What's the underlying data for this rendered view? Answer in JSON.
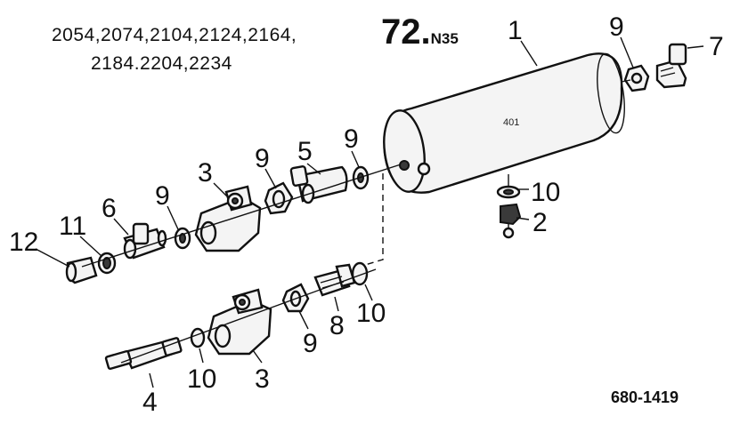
{
  "header": {
    "model_line_1": "2054,2074,2104,2124,2164,",
    "model_line_2": "2184.2204,2234",
    "title_main": "72.",
    "title_sub": "N35"
  },
  "tank_label": "401",
  "drawing_code": "680-1419",
  "callouts": [
    {
      "id": "c1",
      "label": "1"
    },
    {
      "id": "c9a",
      "label": "9"
    },
    {
      "id": "c7",
      "label": "7"
    },
    {
      "id": "c5",
      "label": "5"
    },
    {
      "id": "c9b",
      "label": "9"
    },
    {
      "id": "c9c",
      "label": "9"
    },
    {
      "id": "c3a",
      "label": "3"
    },
    {
      "id": "c10a",
      "label": "10"
    },
    {
      "id": "c2",
      "label": "2"
    },
    {
      "id": "c12",
      "label": "12"
    },
    {
      "id": "c11",
      "label": "11"
    },
    {
      "id": "c6",
      "label": "6"
    },
    {
      "id": "c9d",
      "label": "9"
    },
    {
      "id": "c10b",
      "label": "10"
    },
    {
      "id": "c8",
      "label": "8"
    },
    {
      "id": "c9e",
      "label": "9"
    },
    {
      "id": "c10c",
      "label": "10"
    },
    {
      "id": "c4",
      "label": "4"
    },
    {
      "id": "c3b",
      "label": "3"
    }
  ]
}
